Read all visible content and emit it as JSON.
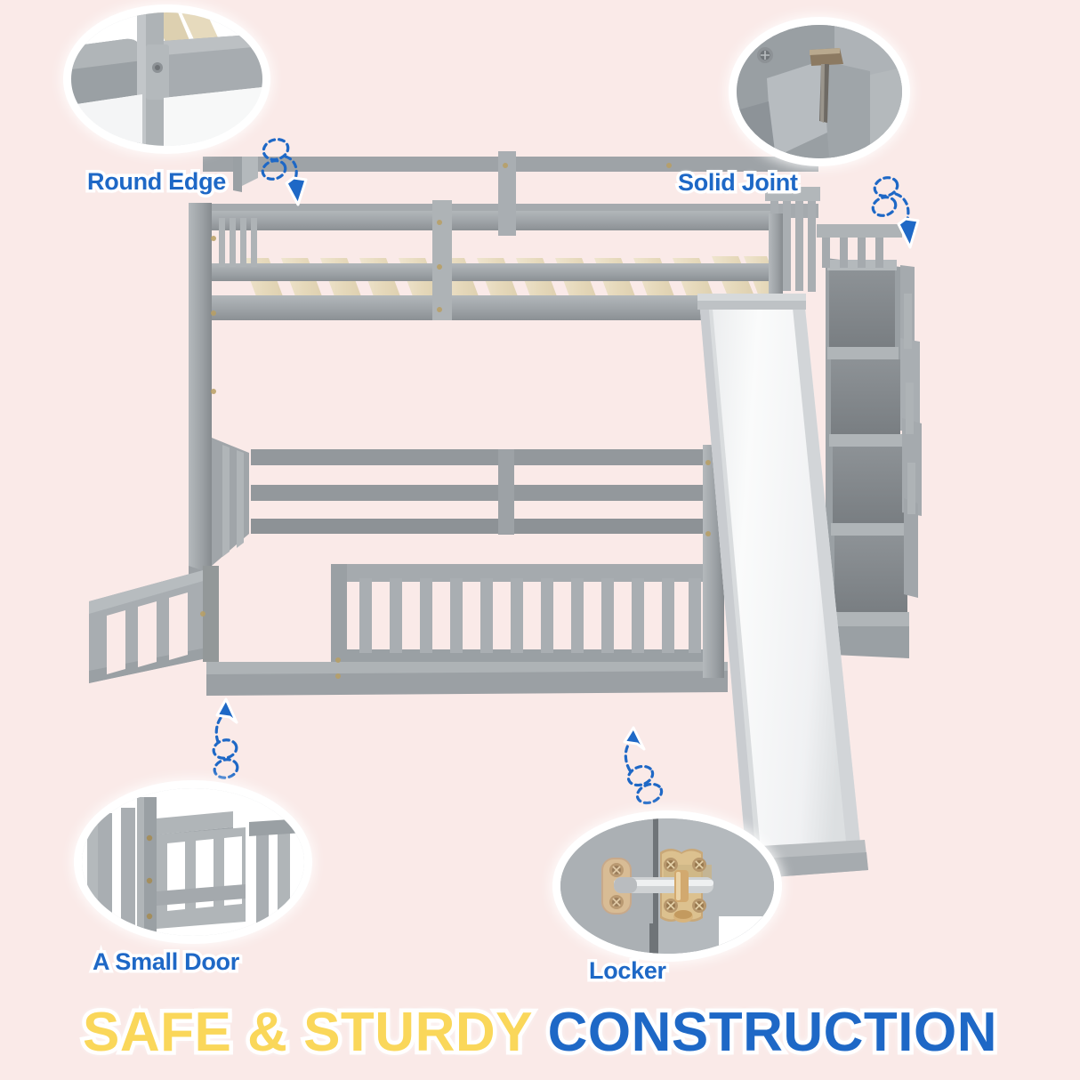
{
  "page": {
    "background_color": "#faeae8",
    "accent_blue": "#1e68c6",
    "accent_yellow": "#fad75a",
    "frame_grey": "#9da2a6",
    "slat_wood": "#e9ddc3",
    "slide_white": "#f2f3f4"
  },
  "headline": {
    "part1": "SAFE & STURDY",
    "part2": "CONSTRUCTION",
    "part1_color": "#fad75a",
    "part2_color": "#1e68c6"
  },
  "callouts": [
    {
      "id": "round-edge",
      "label": "Round Edge",
      "arrow_direction": "down",
      "inset_description": "close-up of rounded post and rail joint with screw",
      "position": "top-left"
    },
    {
      "id": "solid-joint",
      "label": "Solid Joint",
      "arrow_direction": "down",
      "inset_description": "close-up of metal joint bracket inside frame",
      "position": "top-right"
    },
    {
      "id": "a-small-door",
      "label": "A Small Door",
      "arrow_direction": "up",
      "inset_description": "close-up of hinged slatted gate on lower bunk",
      "position": "bottom-left"
    },
    {
      "id": "locker",
      "label": "Locker",
      "arrow_direction": "up",
      "inset_description": "close-up of brass slide-bolt latch on the small door",
      "position": "bottom-right"
    }
  ],
  "product": {
    "name": "bunk bed with slide and storage staircase",
    "parts": [
      "upper bunk guard rail",
      "wooden slats",
      "lower bunk frame",
      "slide",
      "storage staircase",
      "small door"
    ]
  }
}
